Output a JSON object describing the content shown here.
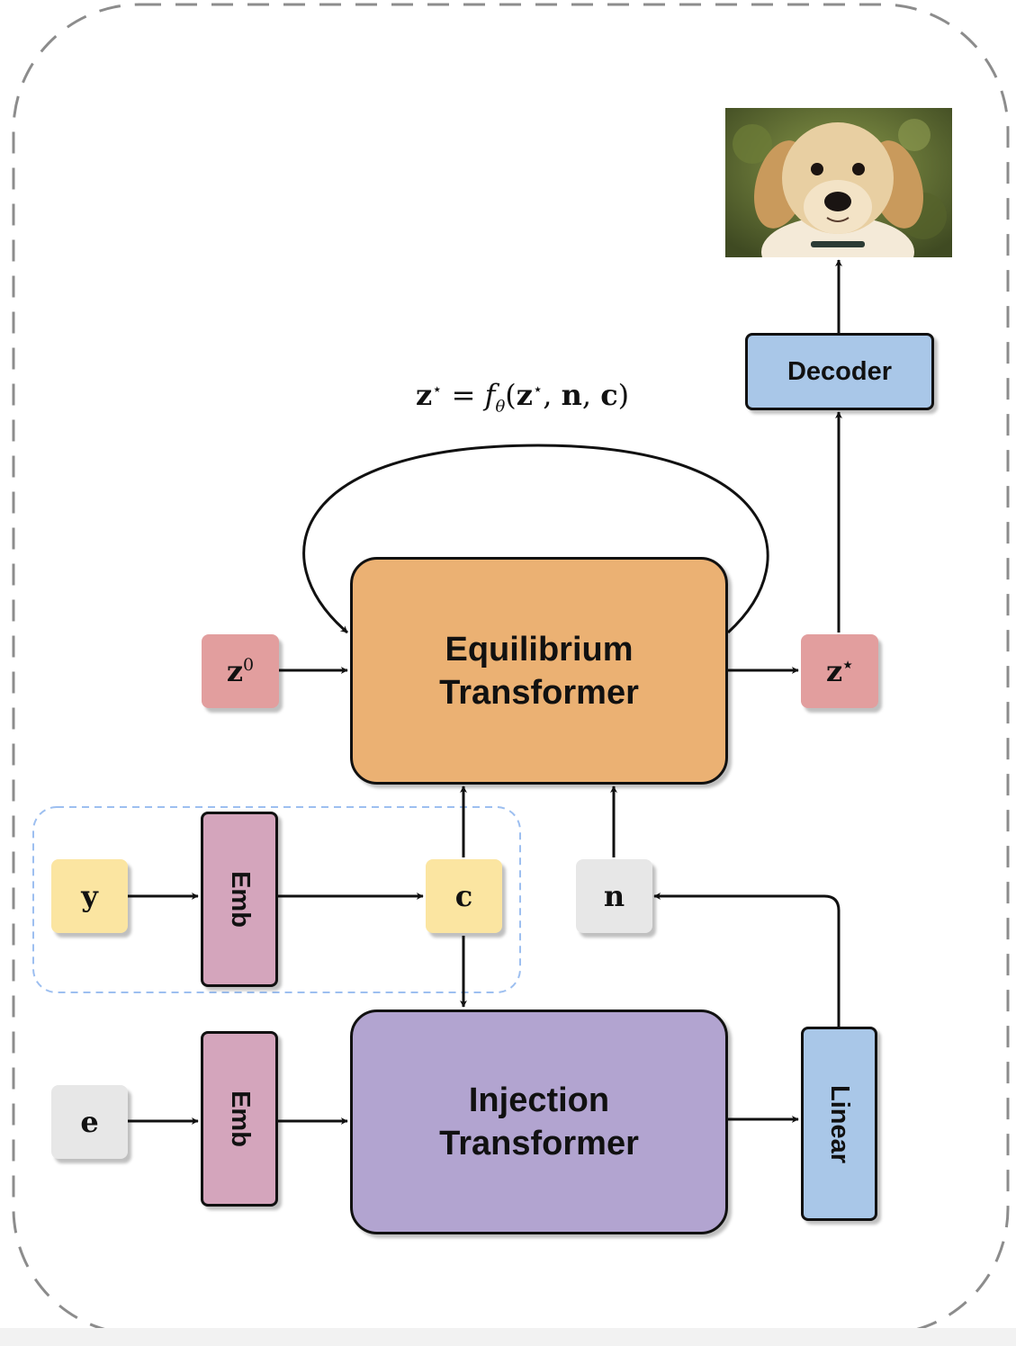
{
  "equation": {
    "lhs": "z",
    "star": "⋆",
    "eq": "=",
    "f": "f",
    "theta": "θ",
    "args_open": "(",
    "arg1": "z",
    "arg1_star": "⋆",
    "sep1": ",",
    "arg2": "n",
    "sep2": ",",
    "arg3": "c",
    "args_close": ")"
  },
  "blocks": {
    "equilibrium_transformer": {
      "label": "Equilibrium\nTransformer",
      "color": "#EBB173"
    },
    "injection_transformer": {
      "label": "Injection\nTransformer",
      "color": "#B2A4D0"
    },
    "decoder": {
      "label": "Decoder",
      "color": "#A9C7E8"
    },
    "linear": {
      "label": "Linear",
      "color": "#A9C7E8"
    },
    "emb_top": {
      "label": "Emb",
      "color": "#D4A5BC"
    },
    "emb_bottom": {
      "label": "Emb",
      "color": "#D4A5BC"
    }
  },
  "tokens": {
    "z0": {
      "base": "z",
      "sup": "0",
      "color": "#E29E9E"
    },
    "zstar": {
      "base": "z",
      "sup": "⋆",
      "color": "#E29E9E"
    },
    "y": {
      "label": "y",
      "color": "#FBE5A1"
    },
    "c": {
      "label": "c",
      "color": "#FBE5A1"
    },
    "n": {
      "label": "n",
      "color": "#E7E7E7"
    },
    "e": {
      "label": "e",
      "color": "#E7E7E7"
    }
  },
  "output_image": {
    "subject": "golden-retriever-puppy"
  }
}
